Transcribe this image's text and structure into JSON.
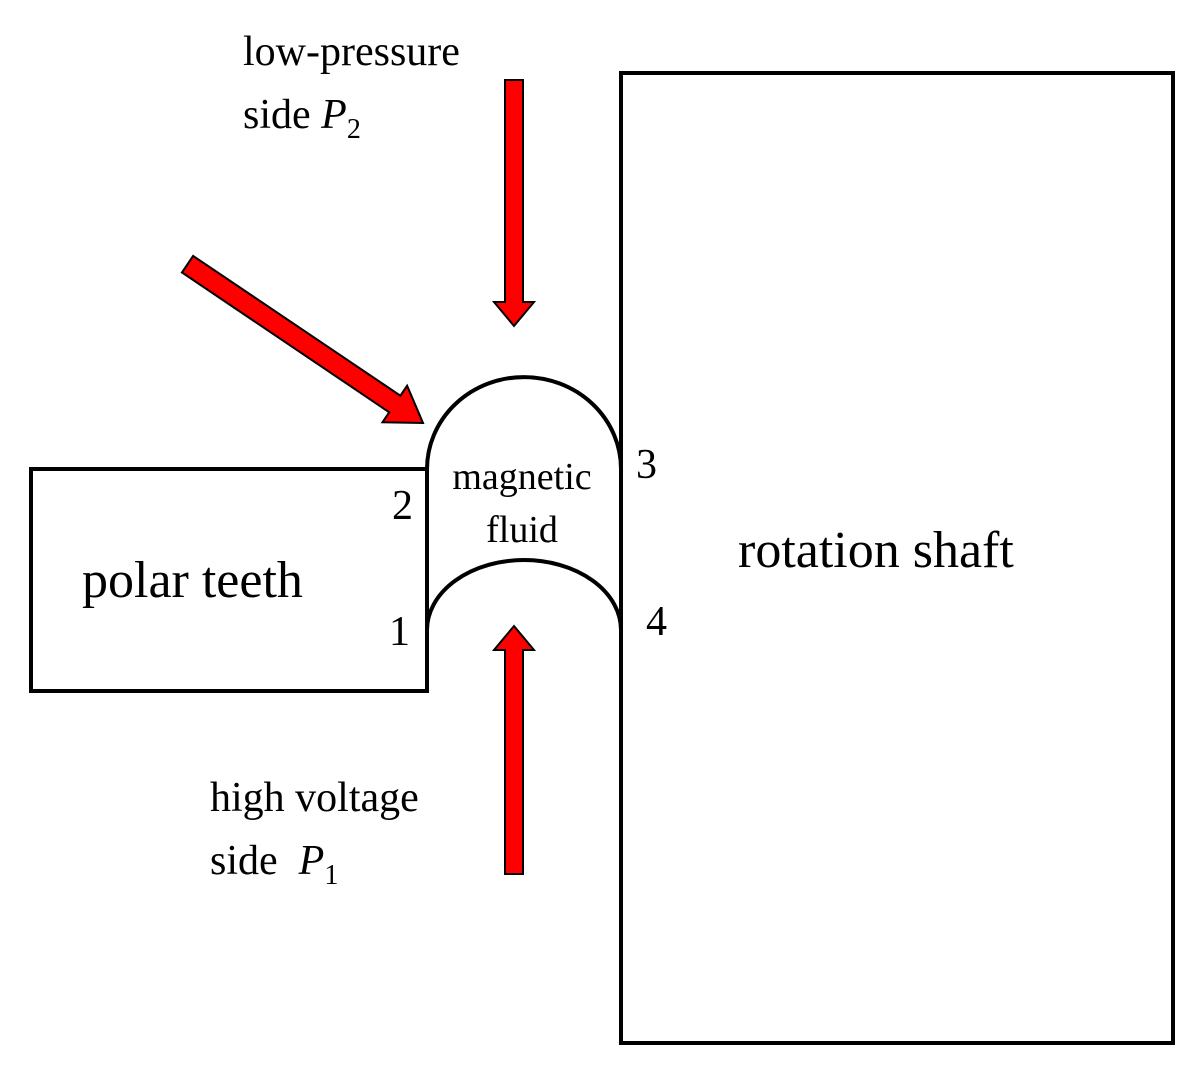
{
  "colors": {
    "arrow": "#ff0000",
    "outline": "#000000",
    "background": "#ffffff"
  },
  "labels": {
    "polar_teeth": "polar teeth",
    "rotation_shaft": "rotation shaft",
    "magnetic_fluid_line1": "magnetic",
    "magnetic_fluid_line2": "fluid",
    "low_pressure_line1": "low-pressure",
    "low_pressure_line2_prefix": "side ",
    "low_pressure_symbol": "P",
    "low_pressure_subscript": "2",
    "high_voltage_line1": "high voltage",
    "high_voltage_line2_prefix": "side  ",
    "high_voltage_symbol": "P",
    "high_voltage_subscript": "1",
    "point_1": "1",
    "point_2": "2",
    "point_3": "3",
    "point_4": "4"
  }
}
